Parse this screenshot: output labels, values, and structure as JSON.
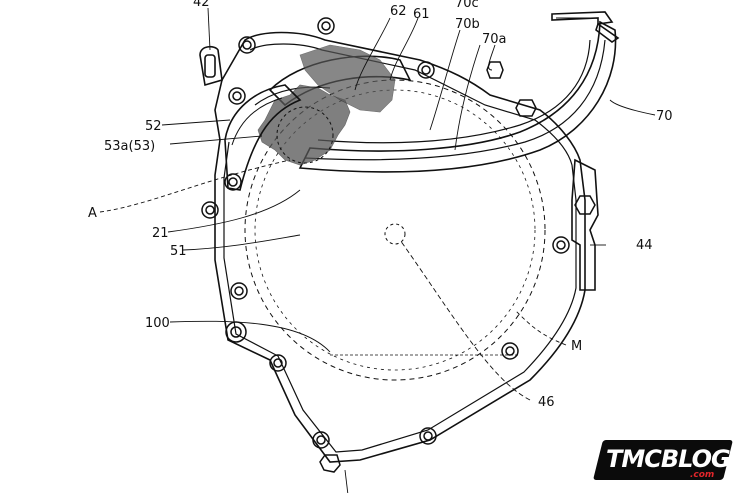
{
  "labels": {
    "l42": "42",
    "l62": "62",
    "l61": "61",
    "l70c": "70c",
    "l70b": "70b",
    "l70a": "70a",
    "l70": "70",
    "l52": "52",
    "l53a": "53a(53)",
    "lA": "A",
    "l21": "21",
    "l51": "51",
    "l44": "44",
    "l100": "100",
    "lM": "M",
    "l46": "46"
  },
  "watermark": {
    "main": "TMCBLOG",
    "sub": ".com"
  }
}
